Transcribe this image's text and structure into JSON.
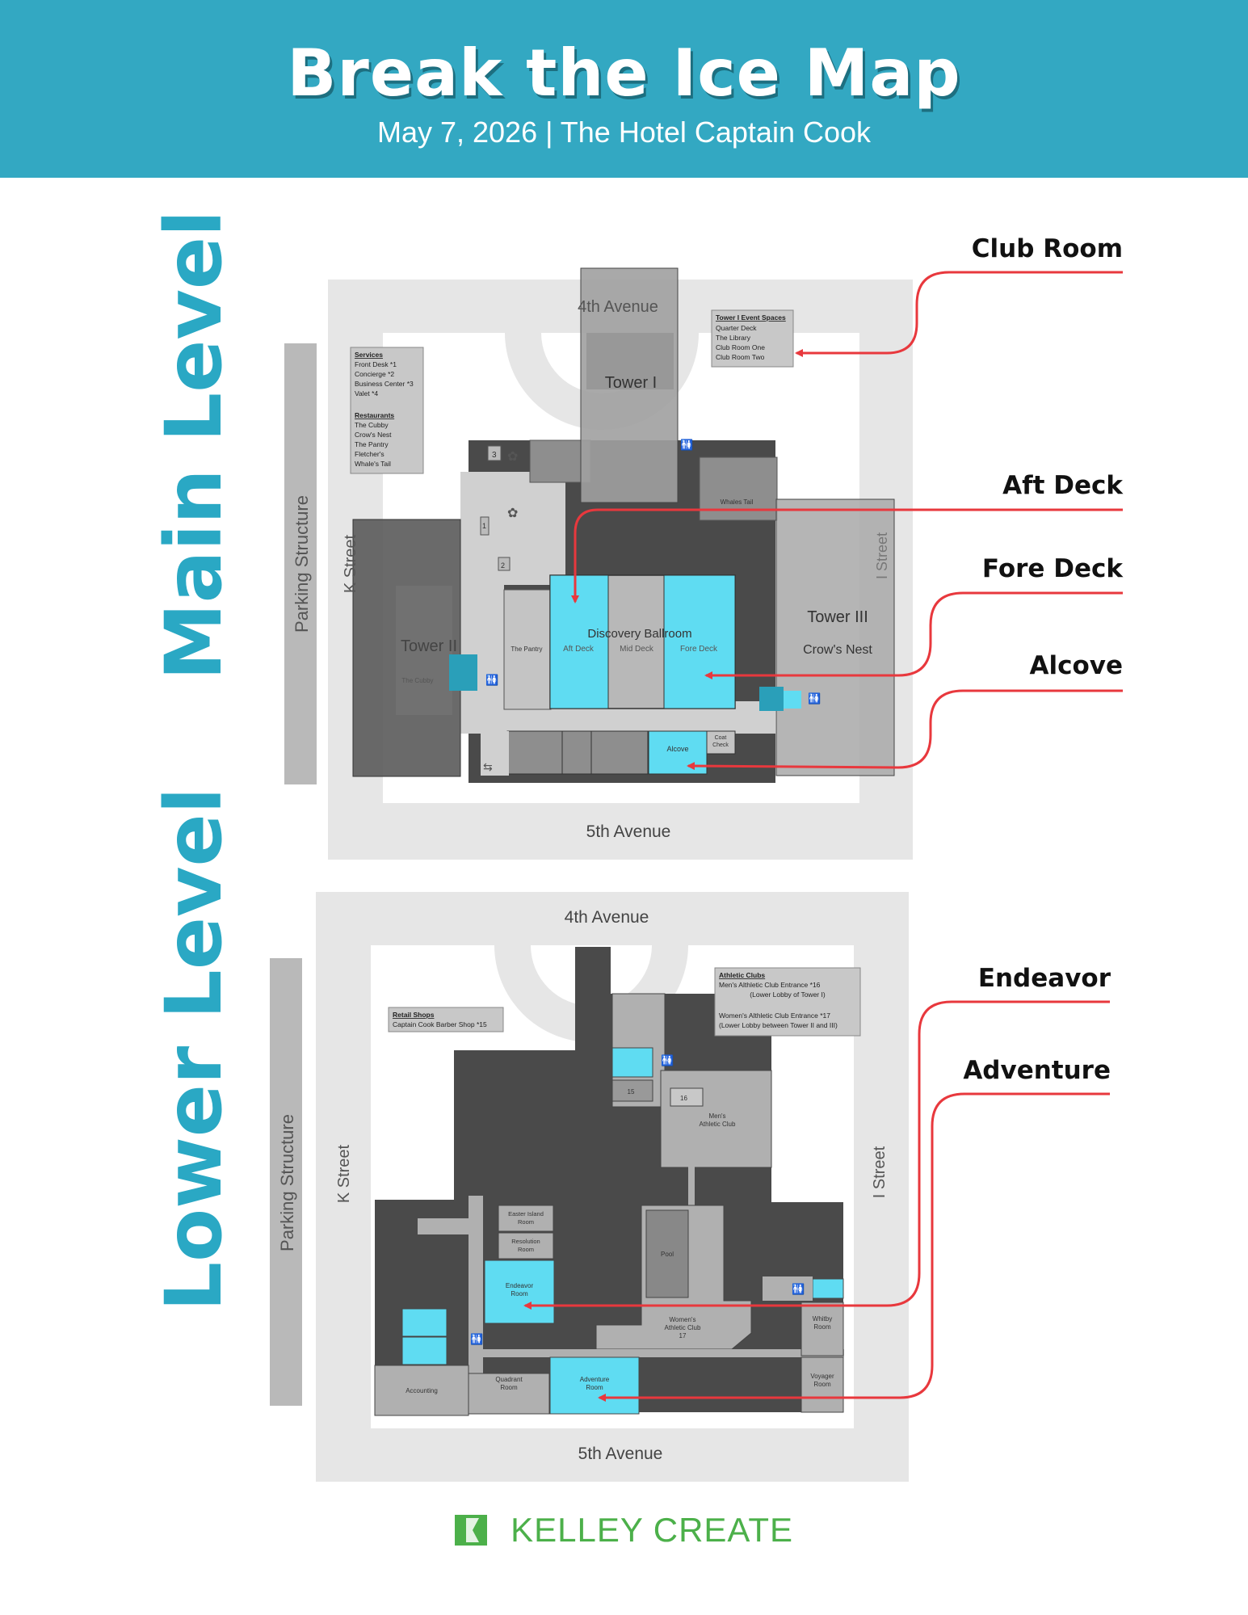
{
  "header": {
    "title": "Break the Ice Map",
    "subtitle": "May 7, 2026 | The Hotel Captain Cook"
  },
  "colors": {
    "header_bg": "#33a8c2",
    "highlight_room": "#5fdcf2",
    "callout_line": "#e8383d",
    "dark_building": "#4a4a4a",
    "footer_brand": "#4cb04a"
  },
  "main_level": {
    "label": "Main Level",
    "streets": {
      "north": "4th Avenue",
      "south": "5th Avenue",
      "west": "K Street",
      "east": "I Street",
      "parking": "Parking Structure"
    },
    "towers": {
      "tower1": "Tower I",
      "tower2": "Tower II",
      "tower3": "Tower III",
      "crows_nest": "Crow's Nest"
    },
    "rooms": {
      "ballroom": "Discovery Ballroom",
      "aft_deck": "Aft Deck",
      "mid_deck": "Mid Deck",
      "fore_deck": "Fore Deck",
      "pantry": "The Pantry",
      "alcove": "Alcove",
      "coat_check_1": "Coat",
      "coat_check_2": "Check",
      "whales_tail": "Whales Tail",
      "cubby": "The Cubby",
      "num1": "1",
      "num2": "2",
      "num3": "3"
    },
    "services_box": {
      "heading": "Services",
      "items": [
        "Front Desk *1",
        "Concierge *2",
        "Business Center *3",
        "Valet *4"
      ],
      "restaurants_heading": "Restaurants",
      "restaurants": [
        "The Cubby",
        "Crow's Nest",
        "The Pantry",
        "Fletcher's",
        "Whale's Tail"
      ]
    },
    "tower1_box": {
      "heading": "Tower I Event Spaces",
      "items": [
        "Quarter Deck",
        "The Library",
        "Club Room One",
        "Club Room Two"
      ]
    }
  },
  "lower_level": {
    "label": "Lower Level",
    "streets": {
      "north": "4th Avenue",
      "south": "5th Avenue",
      "west": "K Street",
      "east": "I Street",
      "parking": "Parking Structure"
    },
    "rooms": {
      "easter_island_1": "Easter Island",
      "easter_island_2": "Room",
      "resolution_1": "Resolution",
      "resolution_2": "Room",
      "endeavor_1": "Endeavor",
      "endeavor_2": "Room",
      "quadrant_1": "Quadrant",
      "quadrant_2": "Room",
      "adventure_1": "Adventure",
      "adventure_2": "Room",
      "whitby_1": "Whitby",
      "whitby_2": "Room",
      "voyager_1": "Voyager",
      "voyager_2": "Room",
      "accounting": "Accounting",
      "pool": "Pool",
      "womens_1": "Women's",
      "womens_2": "Athletic Club",
      "womens_3": "17",
      "mens_1": "Men's",
      "mens_2": "Athletic Club",
      "num15": "15",
      "num16": "16"
    },
    "retail_box": {
      "heading": "Retail Shops",
      "items": [
        "Captain Cook Barber Shop *15"
      ]
    },
    "athletic_box": {
      "heading": "Athletic Clubs",
      "items": [
        "Men's Althletic Club Entrance *16",
        "(Lower Lobby of Tower I)",
        "Women's Althletic Club Entrance *17",
        "(Lower Lobby between Tower II and III)"
      ]
    }
  },
  "callouts": [
    "Club Room",
    "Aft Deck",
    "Fore Deck",
    "Alcove",
    "Endeavor",
    "Adventure"
  ],
  "footer": {
    "brand": "KELLEY CREATE"
  }
}
